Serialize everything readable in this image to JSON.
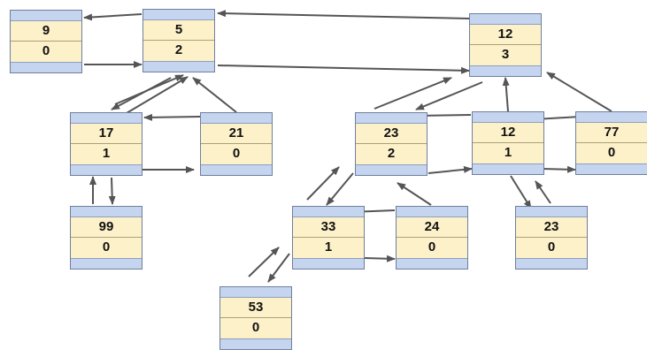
{
  "diagram": {
    "nodes": [
      {
        "id": "n9",
        "key": "9",
        "value": "0"
      },
      {
        "id": "n5",
        "key": "5",
        "value": "2"
      },
      {
        "id": "n12root",
        "key": "12",
        "value": "3"
      },
      {
        "id": "n17",
        "key": "17",
        "value": "1"
      },
      {
        "id": "n21",
        "key": "21",
        "value": "0"
      },
      {
        "id": "n23a",
        "key": "23",
        "value": "2"
      },
      {
        "id": "n12b",
        "key": "12",
        "value": "1"
      },
      {
        "id": "n77",
        "key": "77",
        "value": "0"
      },
      {
        "id": "n99",
        "key": "99",
        "value": "0"
      },
      {
        "id": "n33",
        "key": "33",
        "value": "1"
      },
      {
        "id": "n24",
        "key": "24",
        "value": "0"
      },
      {
        "id": "n23b",
        "key": "23",
        "value": "0"
      },
      {
        "id": "n53",
        "key": "53",
        "value": "0"
      }
    ],
    "colors": {
      "node_fill": "#fdf1c9",
      "node_band": "#c5d4ef",
      "node_border": "#6f7f9c",
      "arrow": "#555555"
    }
  }
}
